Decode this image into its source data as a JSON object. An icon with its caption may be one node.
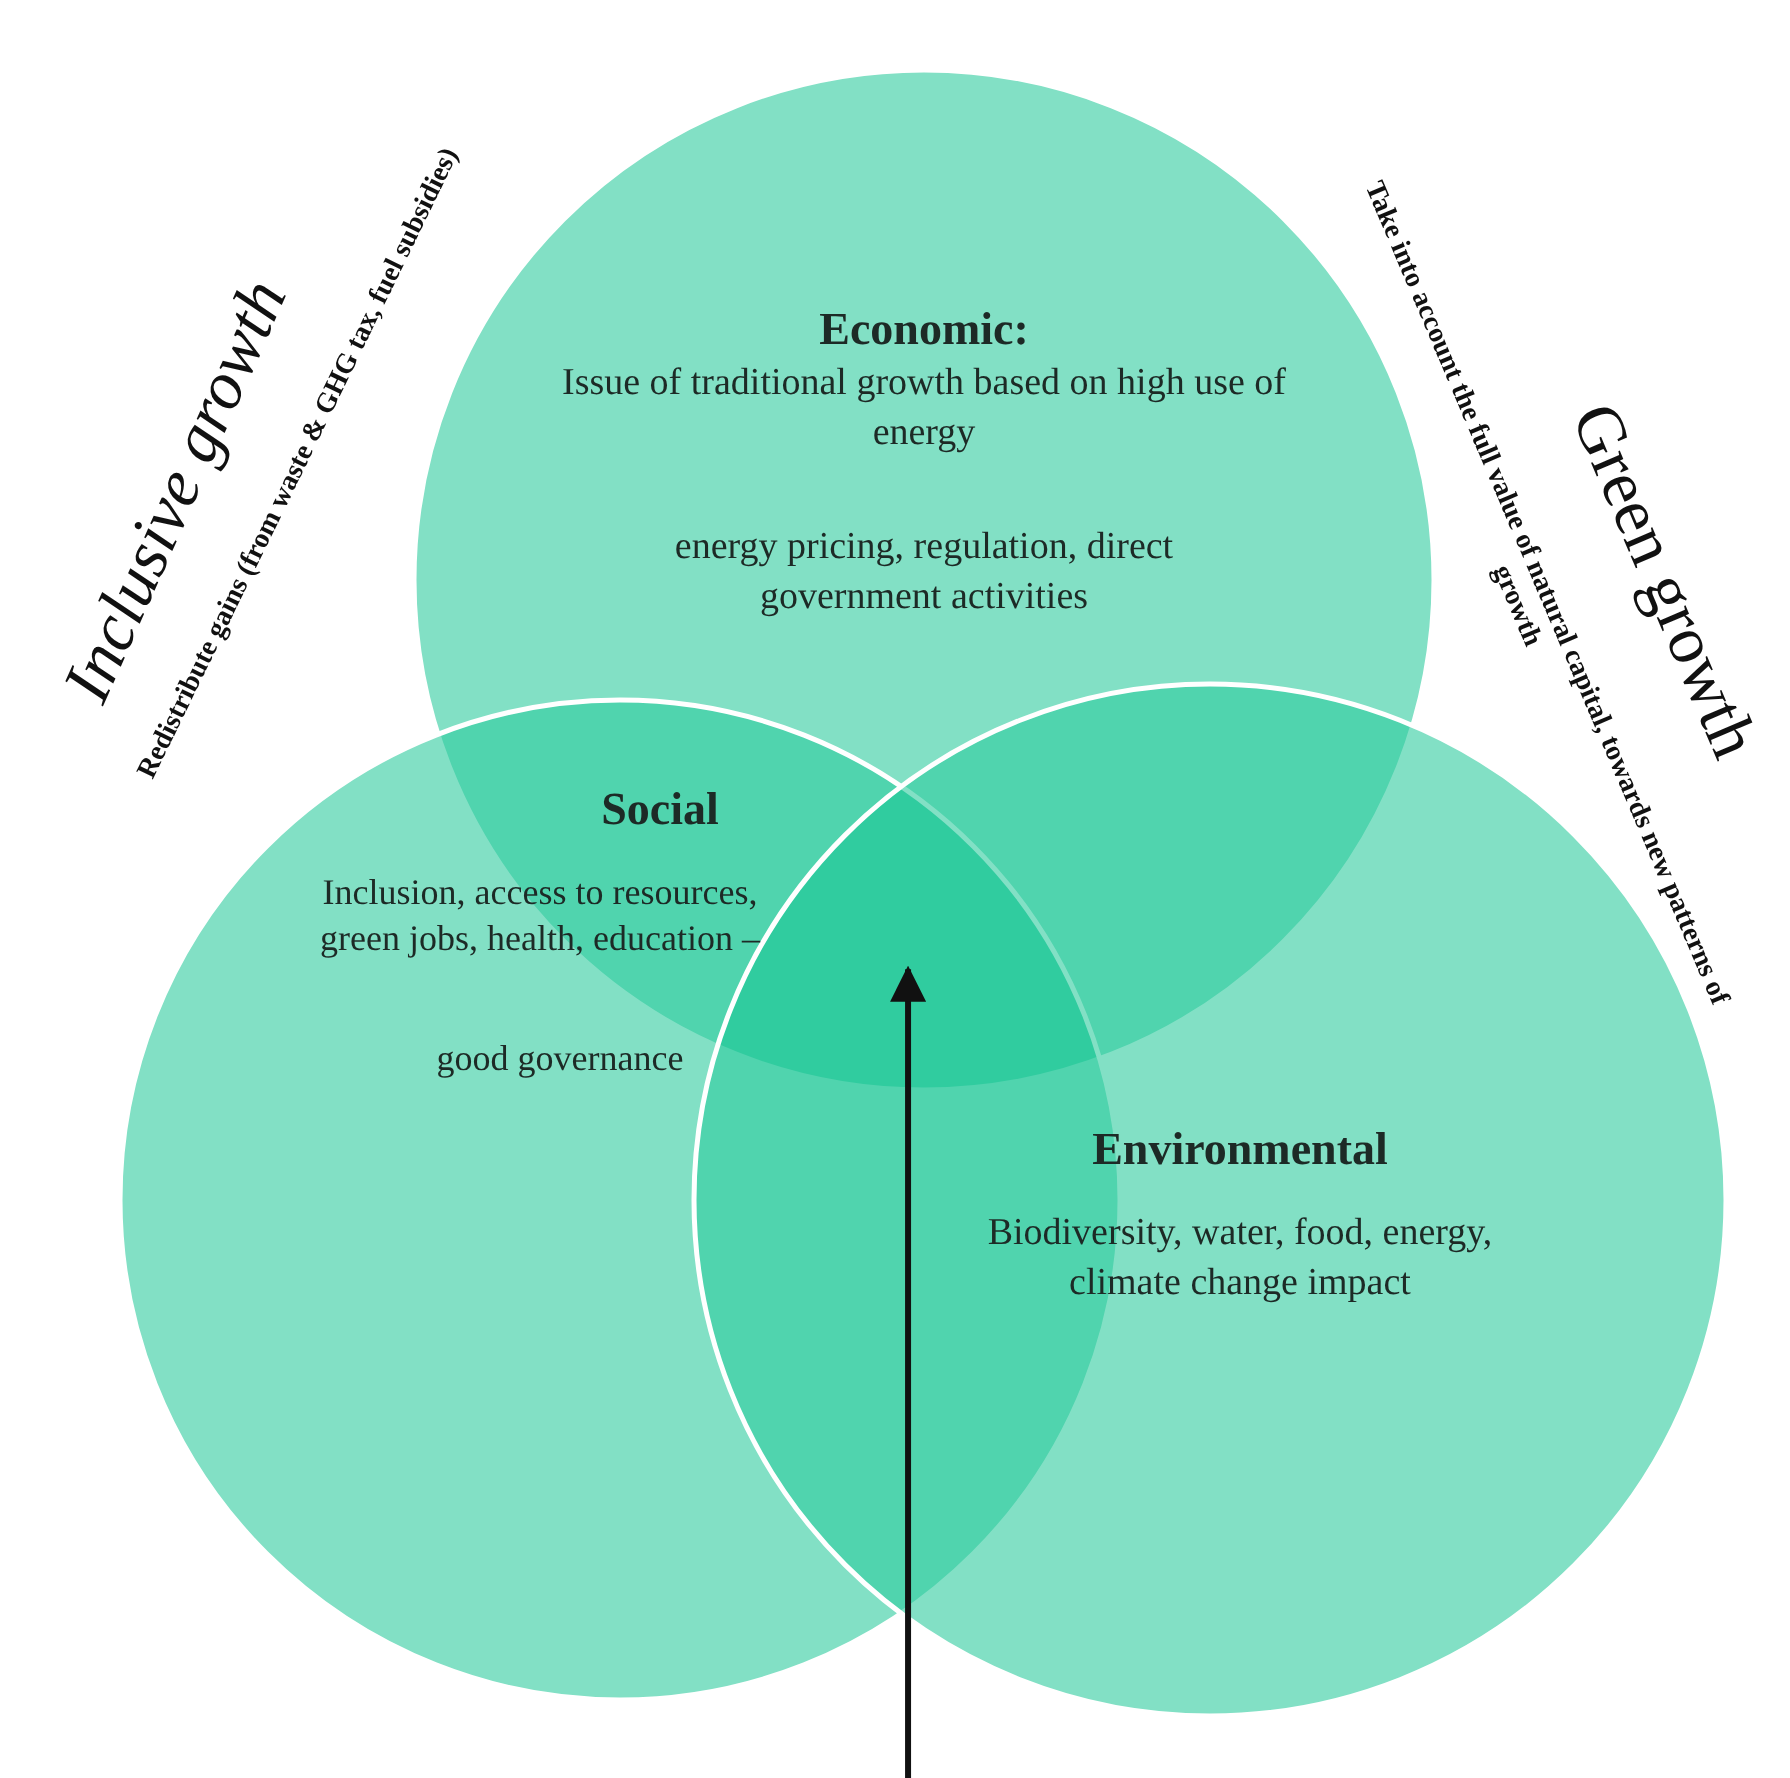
{
  "diagram": {
    "nodes": [
      {
        "text": [
          "Economic:",
          "Issue of traditional growth based on high use of energy",
          "energy pricing, regulation, direct government activities"
        ]
      },
      {
        "text": [
          "Social",
          "Inclusion, access to resources, green jobs, health, education –",
          "good governance"
        ]
      },
      {
        "text": [
          "Environmental",
          "Biodiversity, water, food, energy, climate change impact"
        ]
      },
      {
        "text": [],
        "shape": "region"
      }
    ],
    "edges": [
      {
        "from": null,
        "to": 3,
        "arrow": "to"
      }
    ],
    "labels": [
      "Inclusive growth",
      "Redistribute gains (from waste & GHG tax, fuel subsidies)",
      "Take into account the full value of natural capital, towards new patterns of growth",
      "Green growth"
    ]
  }
}
